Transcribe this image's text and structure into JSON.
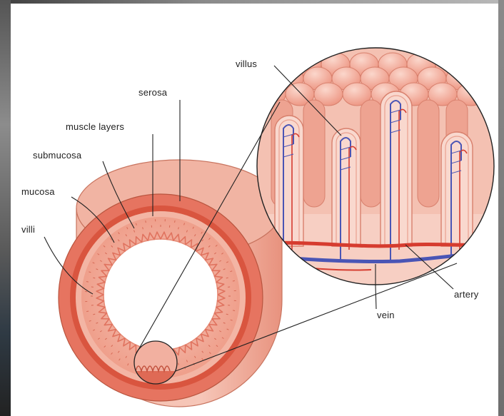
{
  "labels": {
    "serosa": "serosa",
    "muscle_layers": "muscle layers",
    "submucosa": "submucosa",
    "mucosa": "mucosa",
    "villi": "villi",
    "villus": "villus",
    "artery": "artery",
    "vein": "vein"
  },
  "colors": {
    "tissue_light": "#f2b3a3",
    "tissue_mid": "#e8806e",
    "muscle": "#d9553f",
    "artery": "#d63c2f",
    "vein": "#4a55b5",
    "leader_line": "#222222"
  }
}
